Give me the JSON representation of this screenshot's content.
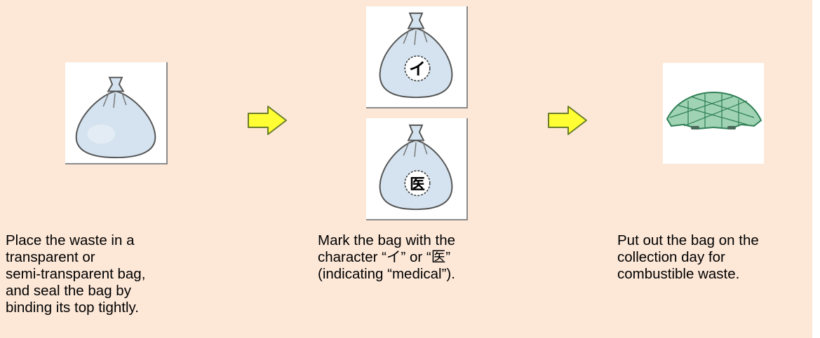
{
  "steps": [
    {
      "caption": "Place the waste in a\ntransparent or\nsemi-transparent bag,\nand seal the bag by\nbinding its top tightly.",
      "image": "sealed-bag"
    },
    {
      "caption": "Mark the bag with the\ncharacter “イ” or “医”\n(indicating “medical”).",
      "marks": [
        "イ",
        "医"
      ]
    },
    {
      "caption": "Put out the bag on the\ncollection day for\ncombustible waste.",
      "image": "collection-net"
    }
  ],
  "arrows": [
    "arrow-right-icon",
    "arrow-right-icon"
  ],
  "colors": {
    "background": "#fde8d8",
    "arrow_fill": "#ffff33",
    "arrow_stroke": "#6a7d2a",
    "bag_fill": "#d4e3ef",
    "net_green": "#3a9a6a"
  }
}
